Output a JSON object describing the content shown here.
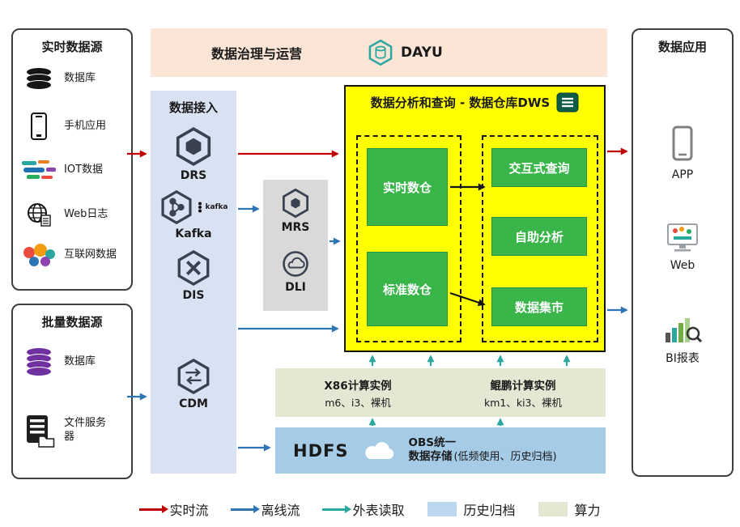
{
  "palette": {
    "realtime_flow": "#c00000",
    "offline_flow": "#2e75b6",
    "external_read": "#2aa8a0",
    "history_archive": "#bdd7ee",
    "compute_power": "#e3e8d3",
    "dws_bg": "#ffff00",
    "green_module": "#3ab54a",
    "ingest_bg": "#d9e2f3",
    "governance_bg": "#fbe5d6"
  },
  "realtime_sources": {
    "title": "实时数据源",
    "items": [
      {
        "label": "数据库"
      },
      {
        "label": "手机应用"
      },
      {
        "label": "IOT数据"
      },
      {
        "label": "Web日志"
      },
      {
        "label": "互联网数据"
      }
    ]
  },
  "batch_sources": {
    "title": "批量数据源",
    "items": [
      {
        "label": "数据库"
      },
      {
        "label": "文件服务器"
      }
    ]
  },
  "governance": {
    "title": "数据治理与运营",
    "product": "DAYU"
  },
  "ingest": {
    "title": "数据接入",
    "kafka_badge": "kafka",
    "items": [
      {
        "label": "DRS"
      },
      {
        "label": "Kafka"
      },
      {
        "label": "DIS"
      },
      {
        "label": "CDM"
      }
    ]
  },
  "processing": {
    "items": [
      {
        "label": "MRS"
      },
      {
        "label": "DLI"
      }
    ]
  },
  "dws": {
    "title": "数据分析和查询 - 数据仓库DWS",
    "warehouses": [
      {
        "label": "实时数仓"
      },
      {
        "label": "标准数仓"
      }
    ],
    "services": [
      {
        "label": "交互式查询"
      },
      {
        "label": "自助分析"
      },
      {
        "label": "数据集市"
      }
    ]
  },
  "compute": {
    "x86": {
      "title": "X86计算实例",
      "spec": "m6、i3、裸机"
    },
    "kunpeng": {
      "title": "鲲鹏计算实例",
      "spec": "km1、ki3、裸机"
    }
  },
  "storage": {
    "hdfs": "HDFS",
    "obs_line1": "OBS统一",
    "obs_line2": "数据存储",
    "obs_note": "(低频使用、历史归档)"
  },
  "applications": {
    "title": "数据应用",
    "items": [
      {
        "label": "APP"
      },
      {
        "label": "Web"
      },
      {
        "label": "BI报表"
      }
    ]
  },
  "legend": {
    "items": [
      {
        "label": "实时流",
        "type": "arrow",
        "color": "#c00000"
      },
      {
        "label": "离线流",
        "type": "arrow",
        "color": "#2e75b6"
      },
      {
        "label": "外表读取",
        "type": "arrow",
        "color": "#2aa8a0"
      },
      {
        "label": "历史归档",
        "type": "swatch",
        "color": "#bdd7ee"
      },
      {
        "label": "算力",
        "type": "swatch",
        "color": "#e3e8d3"
      }
    ]
  }
}
